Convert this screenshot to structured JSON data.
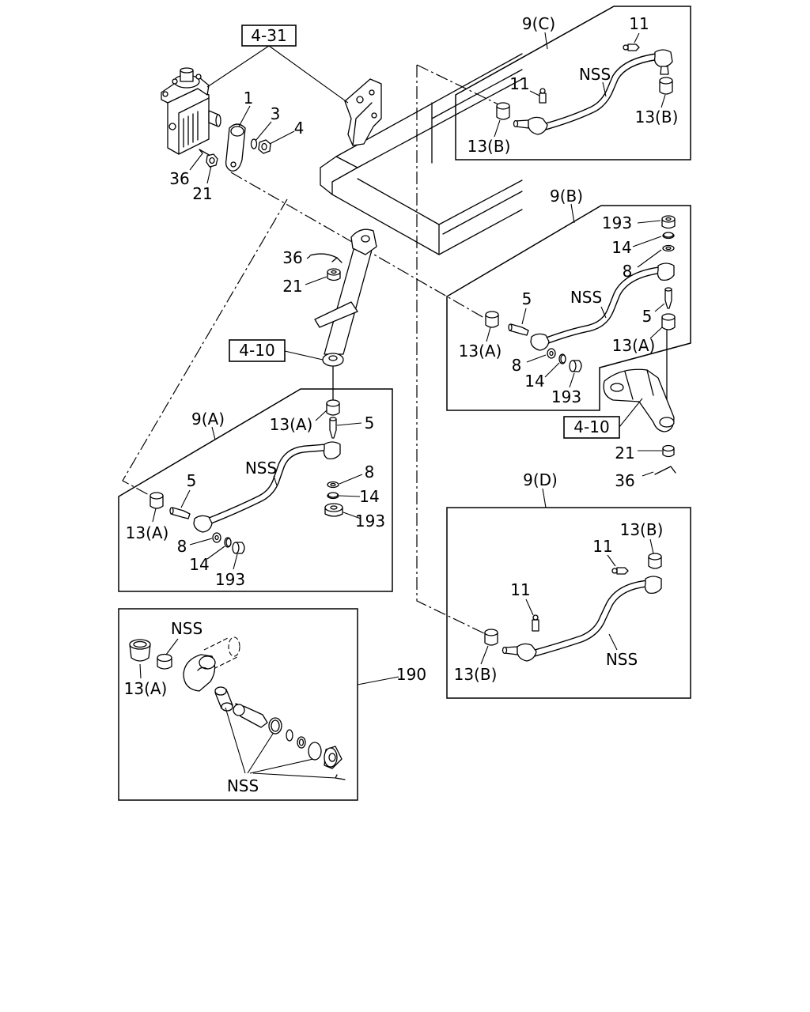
{
  "diagram": {
    "steering_gear": {
      "ref": "4-31",
      "c1": "1",
      "c3": "3",
      "c4": "4",
      "c36": "36",
      "c21": "21"
    },
    "idler_center": {
      "c36": "36",
      "c21": "21",
      "ref": "4-10"
    },
    "tie_rod_9c": {
      "title": "9(C)",
      "c11_top": "11",
      "nss": "NSS",
      "c11_left": "11",
      "c13b_right": "13(B)",
      "c13b_left": "13(B)"
    },
    "tie_rod_9b": {
      "title": "9(B)",
      "c193_top": "193",
      "c14_top": "14",
      "c8_top": "8",
      "c5_left": "5",
      "nss": "NSS",
      "c5_right": "5",
      "c13a_left": "13(A)",
      "c13a_right": "13(A)",
      "c8_bottom": "8",
      "c14_bottom": "14",
      "c193_bottom": "193"
    },
    "idler_right": {
      "ref": "4-10",
      "c21": "21",
      "c36": "36"
    },
    "tie_rod_9a": {
      "title": "9(A)",
      "c13a_top": "13(A)",
      "c5_top": "5",
      "nss": "NSS",
      "c5_left": "5",
      "c8_right": "8",
      "c14_right": "14",
      "c193_right": "193",
      "c13a_left": "13(A)",
      "c8_bottom": "8",
      "c14_bottom": "14",
      "c193_bottom": "193"
    },
    "tie_rod_9d": {
      "title": "9(D)",
      "c13b_top": "13(B)",
      "c11_right": "11",
      "c11_left": "11",
      "nss": "NSS",
      "c13b_left": "13(B)"
    },
    "repair_kit_190": {
      "ref": "190",
      "nss_top": "NSS",
      "c13a": "13(A)",
      "nss_bottom": "NSS"
    }
  }
}
